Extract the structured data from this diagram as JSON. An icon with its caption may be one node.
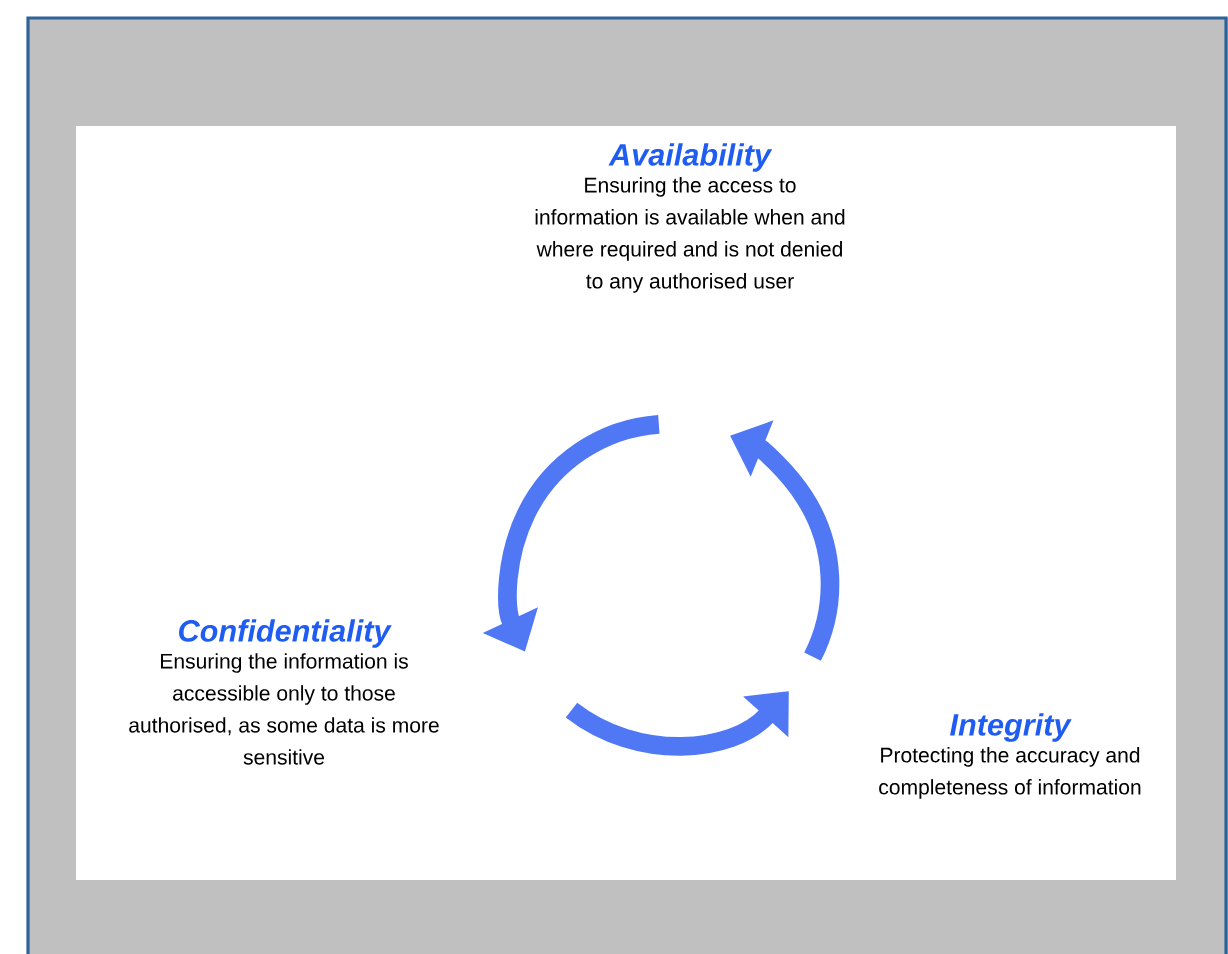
{
  "diagram": {
    "nodes": [
      {
        "text": [
          "Availability",
          "Ensuring the access to information is available when and where required and is not denied to any authorised user"
        ]
      },
      {
        "text": [
          "Confidentiality",
          "Ensuring the information is accessible only to those authorised, as some data is more sensitive"
        ]
      },
      {
        "text": [
          "Integrity",
          "Protecting the accuracy and completeness of information"
        ]
      }
    ]
  }
}
